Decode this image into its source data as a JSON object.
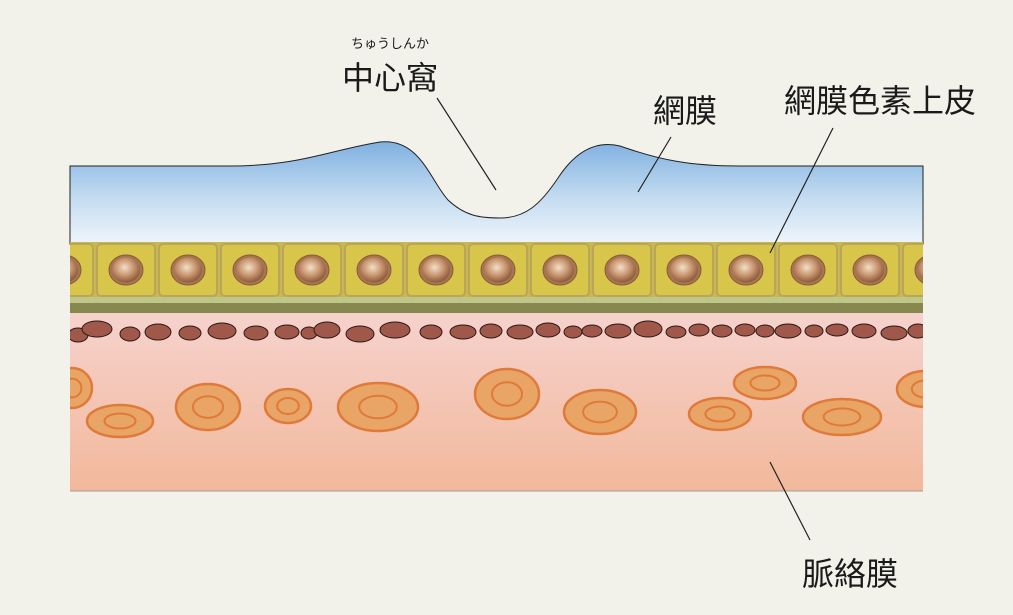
{
  "labels": {
    "fovea_ruby": "ちゅうしんか",
    "fovea": "中心窩",
    "retina": "網膜",
    "rpe": "網膜色素上皮",
    "choroid": "脈絡膜"
  },
  "colors": {
    "background": "#f2f1ea",
    "retina_top": "#7fb0e0",
    "retina_bottom": "#eef5fb",
    "rpe_cell_fill": "#d8c64a",
    "rpe_cell_border": "#b9a55c",
    "rpe_nucleus": "#a7764f",
    "bruch_band": "#86884f",
    "melanin": "#a0584a",
    "choroid_top": "#f6d2cd",
    "choroid_bottom": "#f2b89b",
    "vessel_fill": "#e9a565",
    "vessel_stroke": "#e07a3a",
    "leader_line": "#222222"
  }
}
